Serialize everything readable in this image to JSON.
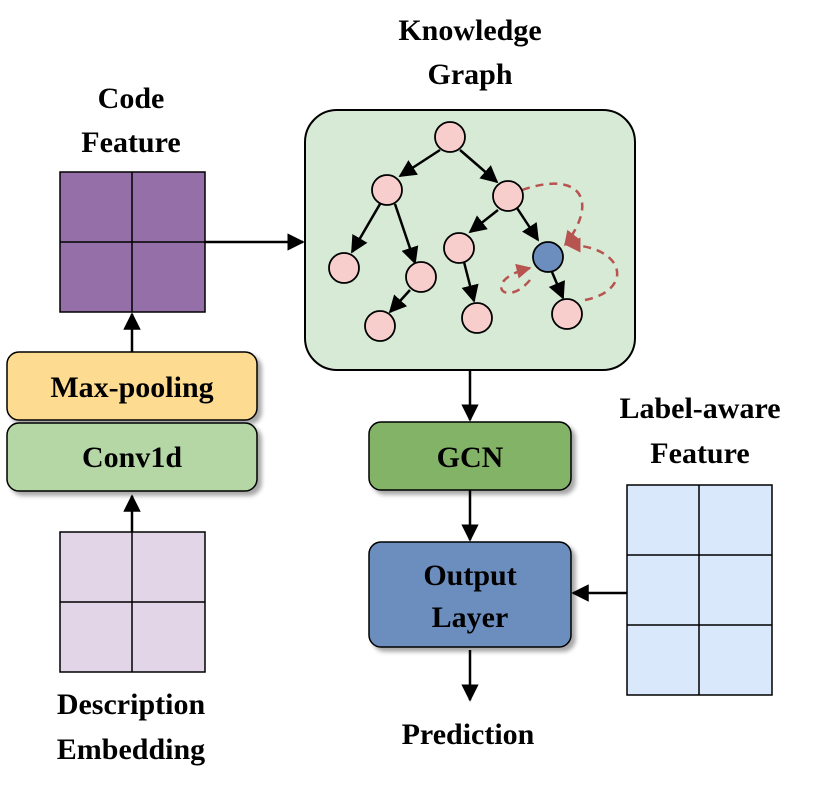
{
  "colors": {
    "code_feature": "#9570a8",
    "knowledge_graph_bg": "#d6ead6",
    "max_pooling": "#fddb91",
    "conv1d": "#b5d7a5",
    "gcn": "#82b366",
    "output_layer": "#6c8ebf",
    "label_feature": "#dae8fc",
    "description_embedding": "#e1d5e7",
    "node_pink": "#f8cecc",
    "node_blue": "#6c8ebf",
    "dashed_arrow": "#b85450"
  },
  "labels": {
    "code_feature_line1": "Code",
    "code_feature_line2": "Feature",
    "knowledge_graph_line1": "Knowledge",
    "knowledge_graph_line2": "Graph",
    "max_pooling": "Max-pooling",
    "conv1d": "Conv1d",
    "gcn": "GCN",
    "output_layer_line1": "Output",
    "output_layer_line2": "Layer",
    "label_aware_line1": "Label-aware",
    "label_aware_line2": "Feature",
    "description_line1": "Description",
    "description_line2": "Embedding",
    "prediction": "Prediction"
  }
}
